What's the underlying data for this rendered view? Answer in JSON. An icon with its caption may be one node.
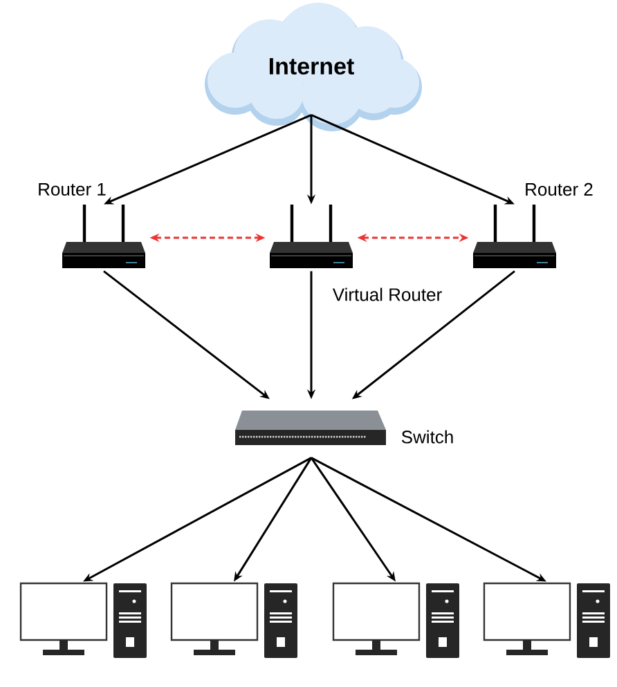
{
  "diagram": {
    "nodes": [
      {
        "text": [
          "Internet"
        ]
      },
      {
        "text": [],
        "shape": "router",
        "beside": [
          "Router 1"
        ]
      },
      {
        "text": [],
        "shape": "router",
        "beside": [
          "Virtual Router"
        ]
      },
      {
        "text": [],
        "shape": "router",
        "beside": [
          "Router 2"
        ]
      },
      {
        "text": [],
        "shape": "switch",
        "beside": [
          "Switch"
        ]
      },
      {
        "text": [],
        "shape": "computer"
      },
      {
        "text": [],
        "shape": "computer"
      },
      {
        "text": [],
        "shape": "computer"
      },
      {
        "text": [],
        "shape": "computer"
      }
    ],
    "edges": [
      {
        "from": 0,
        "to": 1,
        "arrow": "to"
      },
      {
        "from": 0,
        "to": 2,
        "arrow": "to"
      },
      {
        "from": 0,
        "to": 3,
        "arrow": "to"
      },
      {
        "from": 1,
        "to": 2,
        "arrow": "both",
        "style": "dashed",
        "color": "#ee3333"
      },
      {
        "from": 2,
        "to": 3,
        "arrow": "both",
        "style": "dashed",
        "color": "#ee3333"
      },
      {
        "from": 1,
        "to": 4,
        "arrow": "to"
      },
      {
        "from": 2,
        "to": 4,
        "arrow": "to"
      },
      {
        "from": 3,
        "to": 4,
        "arrow": "to"
      },
      {
        "from": 4,
        "to": 5,
        "arrow": "to"
      },
      {
        "from": 4,
        "to": 6,
        "arrow": "to"
      },
      {
        "from": 4,
        "to": 7,
        "arrow": "to"
      },
      {
        "from": 4,
        "to": 8,
        "arrow": "to"
      }
    ]
  }
}
